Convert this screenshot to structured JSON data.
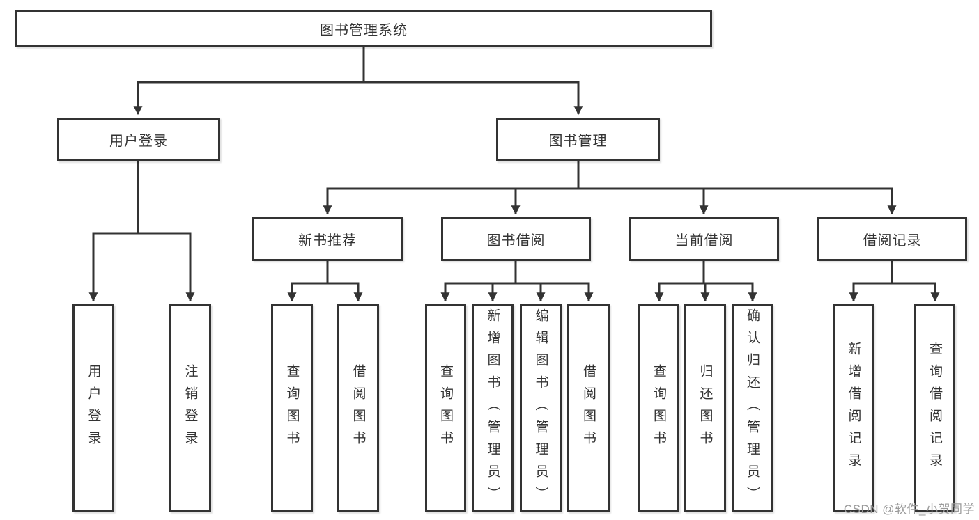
{
  "diagram": {
    "title": "图书管理系统",
    "root": {
      "label": "图书管理系统"
    },
    "level2": [
      {
        "label": "用户登录"
      },
      {
        "label": "图书管理"
      }
    ],
    "level3": [
      {
        "label": "新书推荐"
      },
      {
        "label": "图书借阅"
      },
      {
        "label": "当前借阅"
      },
      {
        "label": "借阅记录"
      }
    ],
    "leaves": [
      {
        "label": "用户登录",
        "parent": "用户登录"
      },
      {
        "label": "注销登录",
        "parent": "用户登录"
      },
      {
        "label": "查询图书",
        "parent": "新书推荐"
      },
      {
        "label": "借阅图书",
        "parent": "新书推荐"
      },
      {
        "label": "查询图书",
        "parent": "图书借阅"
      },
      {
        "label": "新增图书（管理员）",
        "parent": "图书借阅"
      },
      {
        "label": "编辑图书（管理员）",
        "parent": "图书借阅"
      },
      {
        "label": "借阅图书",
        "parent": "图书借阅"
      },
      {
        "label": "查询图书",
        "parent": "当前借阅"
      },
      {
        "label": "归还图书",
        "parent": "当前借阅"
      },
      {
        "label": "确认归还（管理员）",
        "parent": "当前借阅"
      },
      {
        "label": "新增借阅记录",
        "parent": "借阅记录"
      },
      {
        "label": "查询借阅记录",
        "parent": "借阅记录"
      }
    ],
    "watermark": "CSDN @软件_小贺同学",
    "colors": {
      "line": "#333333",
      "box_border": "#333333",
      "text": "#333333",
      "watermark": "#9a9a9a",
      "background": "#ffffff"
    }
  }
}
